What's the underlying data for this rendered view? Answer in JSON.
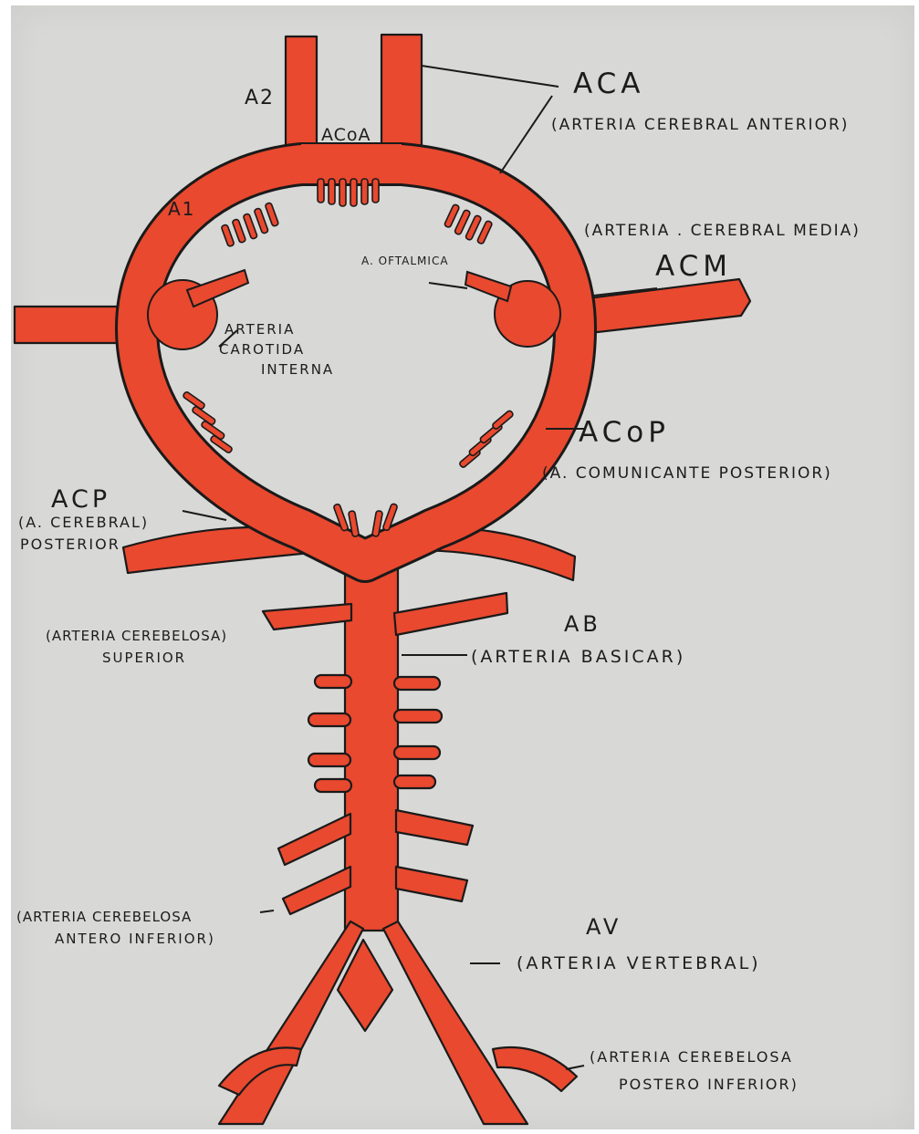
{
  "labels": {
    "a2": "A2",
    "a1": "A1",
    "acoa": "ACoA",
    "aca": "ACA",
    "aca_full": "(ARTERIA CEREBRAL ANTERIOR)",
    "acm_full": "(ARTERIA . CEREBRAL MEDIA)",
    "acm": "ACM",
    "oftalmica": "A. OFTALMICA",
    "carotida_1": "ARTERIA",
    "carotida_2": "CAROTIDA",
    "carotida_3": "INTERNA",
    "acop": "ACoP",
    "acop_full": "(A. COMUNICANTE POSTERIOR)",
    "acp": "ACP",
    "acp_full_1": "(A. CEREBRAL)",
    "acp_full_2": "POSTERIOR",
    "ab": "AB",
    "ab_full": "(ARTERIA BASICAR)",
    "sup_1": "(ARTERIA CEREBELOSA)",
    "sup_2": "SUPERIOR",
    "ant_inf_1": "(ARTERIA CEREBELOSA",
    "ant_inf_2": "ANTERO INFERIOR)",
    "av": "AV",
    "av_full": "(ARTERIA VERTEBRAL)",
    "post_inf_1": "(ARTERIA CEREBELOSA",
    "post_inf_2": "POSTERO INFERIOR)"
  },
  "colors": {
    "paper": "#d8d8d6",
    "artery": "#e8492f",
    "artery_dark": "#d43f27",
    "ink": "#1c1c1c"
  }
}
